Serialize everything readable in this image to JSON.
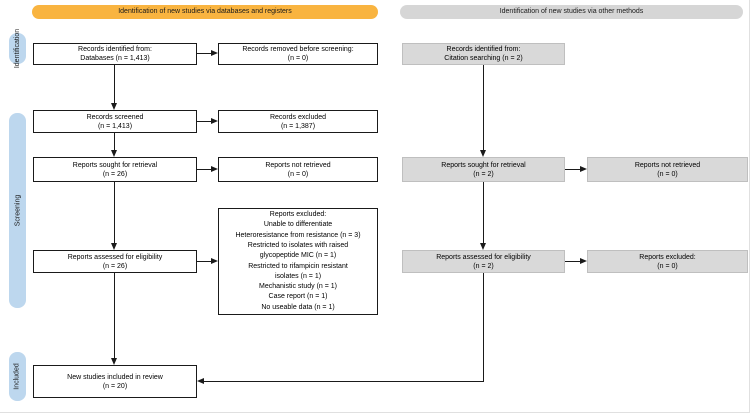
{
  "colors": {
    "banner_db": "#F9B440",
    "banner_other": "#D6D6D6",
    "pill": "#BDD7EE",
    "gray_fill": "#D9D9D9",
    "gray_border": "#BFBFBF",
    "box_border": "#1A1A1A",
    "arrow": "#1A1A1A"
  },
  "banners": {
    "databases": "Identification of new studies via databases and registers",
    "other": "Identification of new studies via other methods"
  },
  "stages": {
    "identification": "Identification",
    "screening": "Screening",
    "included": "Included"
  },
  "left_column": {
    "records_identified": {
      "lines": [
        "Records identified from:",
        "Databases (n = 1,413)"
      ]
    },
    "records_screened": {
      "lines": [
        "Records screened",
        "(n = 1,413)"
      ]
    },
    "reports_sought": {
      "lines": [
        "Reports sought for retrieval",
        "(n = 26)"
      ]
    },
    "reports_assessed": {
      "lines": [
        "Reports assessed for eligibility",
        "(n = 26)"
      ]
    },
    "included": {
      "lines": [
        "New studies included in review",
        "(n = 20)"
      ]
    }
  },
  "left_exclusions": {
    "records_removed": {
      "lines": [
        "Records removed before screening:",
        "(n = 0)"
      ]
    },
    "records_excluded": {
      "lines": [
        "Records excluded",
        "(n = 1,387)"
      ]
    },
    "reports_not_retrieved": {
      "lines": [
        "Reports not retrieved",
        "(n = 0)"
      ]
    },
    "reports_excluded": {
      "lines": [
        "Reports excluded:",
        "Unable to differentiate",
        "Heteroresistance from resistance (n = 3)",
        "Restricted to isolates with raised",
        "glycopeptide MIC (n = 1)",
        "Restricted to rifampicin resistant",
        "isolates (n = 1)",
        "Mechanistic study (n = 1)",
        "Case report (n = 1)",
        "No useable data (n = 1)"
      ]
    }
  },
  "right_column": {
    "records_identified": {
      "lines": [
        "Records identified from:",
        "Citation searching (n = 2)"
      ]
    },
    "reports_sought": {
      "lines": [
        "Reports sought for retrieval",
        "(n = 2)"
      ]
    },
    "reports_assessed": {
      "lines": [
        "Reports assessed for eligibility",
        "(n = 2)"
      ]
    }
  },
  "right_exclusions": {
    "reports_not_retrieved": {
      "lines": [
        "Reports not retrieved",
        "(n = 0)"
      ]
    },
    "reports_excluded": {
      "lines": [
        "Reports excluded:",
        "(n = 0)"
      ]
    }
  }
}
